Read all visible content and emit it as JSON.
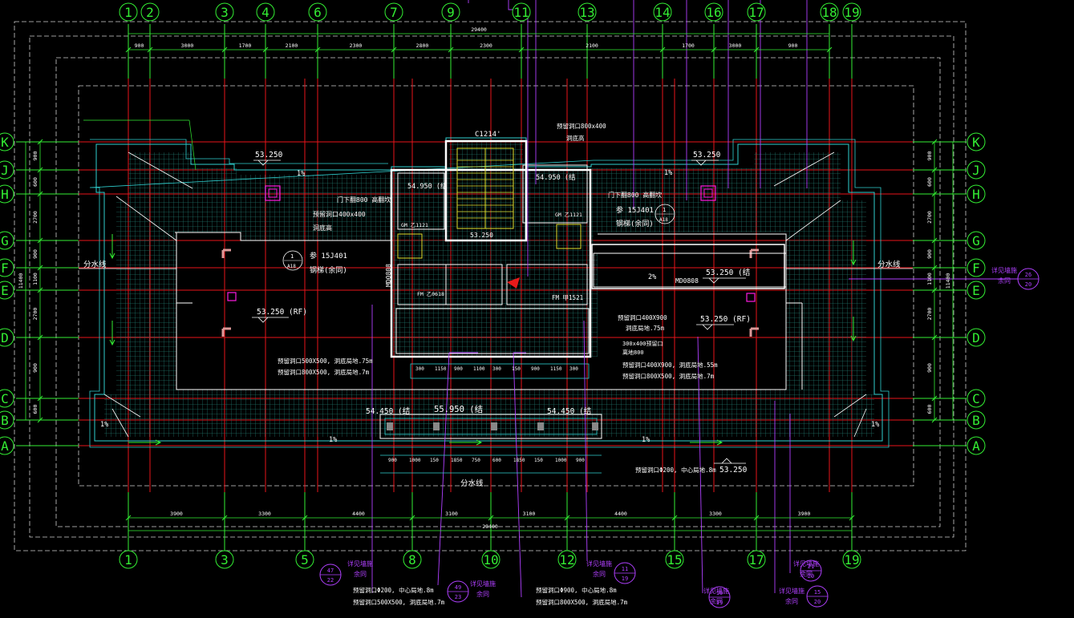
{
  "colors": {
    "background": "#000000",
    "axis": "#33ee33",
    "grid_red": "#e8131a",
    "wall": "#ffffff",
    "dim": "#2fd0d0",
    "stair": "#e0e030",
    "purple": "#b040ff",
    "yellow": "#ffff44",
    "hatch": "#1f6f66",
    "magenta": "#ff1ae0"
  },
  "axes_top": [
    "1",
    "2",
    "3",
    "4",
    "6",
    "7",
    "9",
    "11",
    "13",
    "14",
    "16",
    "17",
    "18",
    "19"
  ],
  "axes_bottom": [
    "1",
    "3",
    "5",
    "8",
    "10",
    "12",
    "15",
    "17",
    "19"
  ],
  "axes_left": [
    "K",
    "J",
    "H",
    "G",
    "F",
    "E",
    "D",
    "C",
    "B",
    "A"
  ],
  "axes_right": [
    "K",
    "J",
    "H",
    "G",
    "F",
    "E",
    "D",
    "C",
    "B",
    "A"
  ],
  "dims_top": [
    "900",
    "3000",
    "1700",
    "2100",
    "2300",
    "2800",
    "2300",
    "2100",
    "1700",
    "3000",
    "900"
  ],
  "dims_top_total": "29400",
  "dims_bottom": [
    "3900",
    "3300",
    "4400",
    "3100",
    "3100",
    "4400",
    "3300",
    "3900"
  ],
  "dims_bottom_total": "29400",
  "dims_left": [
    "900",
    "600",
    "2700",
    "900",
    "1100",
    "2700",
    "900",
    "600"
  ],
  "dims_left_total": "11400",
  "dims_right": [
    "900",
    "600",
    "2700",
    "900",
    "1100",
    "2700",
    "900",
    "600"
  ],
  "dims_right_total": "11400",
  "labels": {
    "elev_53250_left": "53.250",
    "elev_53250_right": "53.250",
    "elev_54950_left": "54.950 (结",
    "elev_54950_right": "54.950 (结",
    "elev_53250_rf_left": "53.250 (RF)",
    "elev_53250_rf_right": "53.250 (RF)",
    "elev_53250_struct": "53.250 (结",
    "elev_53250_stair": "53.250",
    "elev_54450_left": "54.450 (结",
    "elev_55950": "55.950 (结",
    "elev_54450_right": "54.450 (结",
    "elev_53250_bottom": "53.250",
    "slope_1a": "1%",
    "slope_1b": "1%",
    "slope_1c": "1%",
    "slope_1d": "1%",
    "slope_1e": "1%",
    "slope_1f": "1%",
    "slope_2": "2%",
    "divide_left": "分水线",
    "divide_right": "分水线",
    "divide_bottom": "分水线",
    "ref_left_a": "参 15J401",
    "ref_left_b": "钢梯(余同)",
    "ref_right_a": "参 15J401",
    "ref_right_b": "钢梯(余同)",
    "door_top": "C1214'",
    "md_left": "MD0808",
    "md_right": "MD0808",
    "note_top_a": "预留洞口800x400",
    "note_top_b": "洞底高",
    "note_left_a": "门下翻800 高翻坎",
    "note_left_b": "预留洞口400x400",
    "note_left_c": "洞底高",
    "note_right_a": "门下翻800 高翻坎",
    "note_fm": "FM 甲1521",
    "note_mid_a": "预留洞口400X900",
    "note_mid_b": "洞底局地.75m",
    "note_lb_a": "预留洞口500X500,  洞底局地.75m",
    "note_lb_b": "预留洞口800X500,  洞底局地.7m",
    "note_rb_a": "预留洞口400X900,  洞底局地.55m",
    "note_rb_b": "预留洞口800X500,  洞底局地.7m",
    "note_rt_a": "300x400预留口",
    "note_rt_b": "离地800",
    "note_bot_right": "预留洞口Φ200,  中心局地.8m",
    "bot_note_1a": "预留洞口Φ200,  中心局地.8m",
    "bot_note_1b": "预留洞口500X500,  洞底局地.7m",
    "bot_note_2a": "预留洞口Φ900,  中心局地.8m",
    "bot_note_2b": "预留洞口800X500,  洞底局地.7m",
    "detail_text": "详见墙施",
    "detail_same": "余同",
    "gm_left": "GM 乙1121",
    "gm_right": "GM 乙1121",
    "fm_b": "FM 乙0618",
    "b1": "1",
    "b2": "A18"
  },
  "details": [
    {
      "num": "26",
      "den": "20"
    },
    {
      "num": "47",
      "den": "22"
    },
    {
      "num": "49",
      "den": "23"
    },
    {
      "num": "11",
      "den": "19"
    },
    {
      "num": "10",
      "den": "19"
    },
    {
      "num": "21",
      "den": "20"
    },
    {
      "num": "15",
      "den": "20"
    }
  ]
}
